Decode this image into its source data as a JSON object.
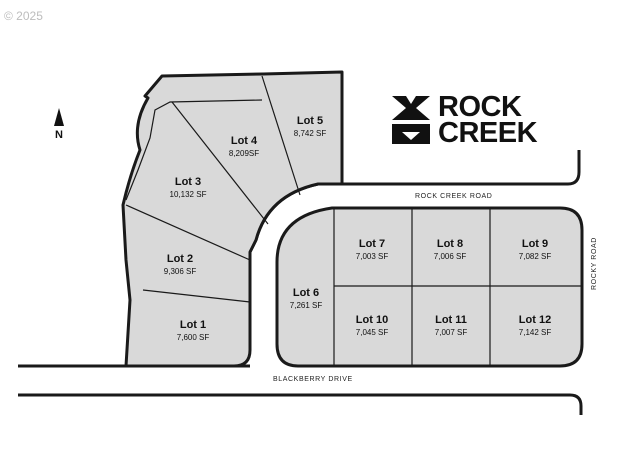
{
  "copyright": "© 2025",
  "north_label": "N",
  "logo": {
    "line1": "ROCK",
    "line2": "CREEK"
  },
  "roads": {
    "rock_creek": "ROCK CREEK ROAD",
    "blackberry": "BLACKBERRY DRIVE",
    "rocky": "ROCKY ROAD"
  },
  "lots": [
    {
      "name": "Lot 1",
      "area": "7,600 SF"
    },
    {
      "name": "Lot 2",
      "area": "9,306 SF"
    },
    {
      "name": "Lot 3",
      "area": "10,132 SF"
    },
    {
      "name": "Lot 4",
      "area": "8,209SF"
    },
    {
      "name": "Lot 5",
      "area": "8,742 SF"
    },
    {
      "name": "Lot 6",
      "area": "7,261 SF"
    },
    {
      "name": "Lot 7",
      "area": "7,003 SF"
    },
    {
      "name": "Lot 8",
      "area": "7,006 SF"
    },
    {
      "name": "Lot 9",
      "area": "7,082 SF"
    },
    {
      "name": "Lot 10",
      "area": "7,045 SF"
    },
    {
      "name": "Lot 11",
      "area": "7,007 SF"
    },
    {
      "name": "Lot 12",
      "area": "7,142 SF"
    }
  ],
  "colors": {
    "lot_fill": "#d9d9d9",
    "line": "#1a1a1a",
    "background": "#ffffff"
  }
}
